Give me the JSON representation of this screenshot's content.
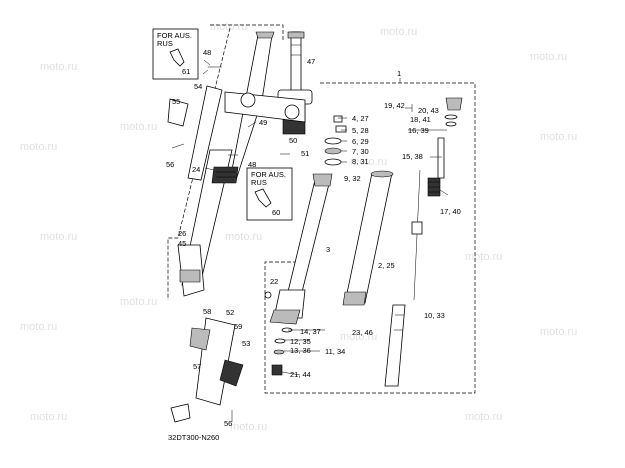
{
  "watermark": "moto.ru",
  "diagram_code": "32DT300-N260",
  "region_note": "FOR AUS. RUS",
  "labels": {
    "l1": "1",
    "l3": "3",
    "l4_27": "4, 27",
    "l5_28": "5, 28",
    "l6_29": "6, 29",
    "l7_30": "7, 30",
    "l8_31": "8, 31",
    "l9_32": "9, 32",
    "l2_25": "2, 25",
    "l23_46": "23, 46",
    "l10_33": "10, 33",
    "l11_34": "11, 34",
    "l12_35": "12, 35",
    "l13_36": "13, 36",
    "l14_37": "14, 37",
    "l15_38": "15, 38",
    "l16_39": "16, 39",
    "l17_40": "17, 40",
    "l18_41": "18, 41",
    "l19_42": "19, 42",
    "l20_43": "20, 43",
    "l21_44": "21, 44",
    "l22": "22",
    "l24": "24",
    "l26": "26",
    "l45": "45",
    "l47": "47",
    "l48a": "48",
    "l48b": "48",
    "l49": "49",
    "l50": "50",
    "l51": "51",
    "l52": "52",
    "l53": "53",
    "l54": "54",
    "l55": "55",
    "l56a": "56",
    "l56b": "56",
    "l57": "57",
    "l58": "58",
    "l59": "59",
    "l60": "60",
    "l61": "61"
  }
}
